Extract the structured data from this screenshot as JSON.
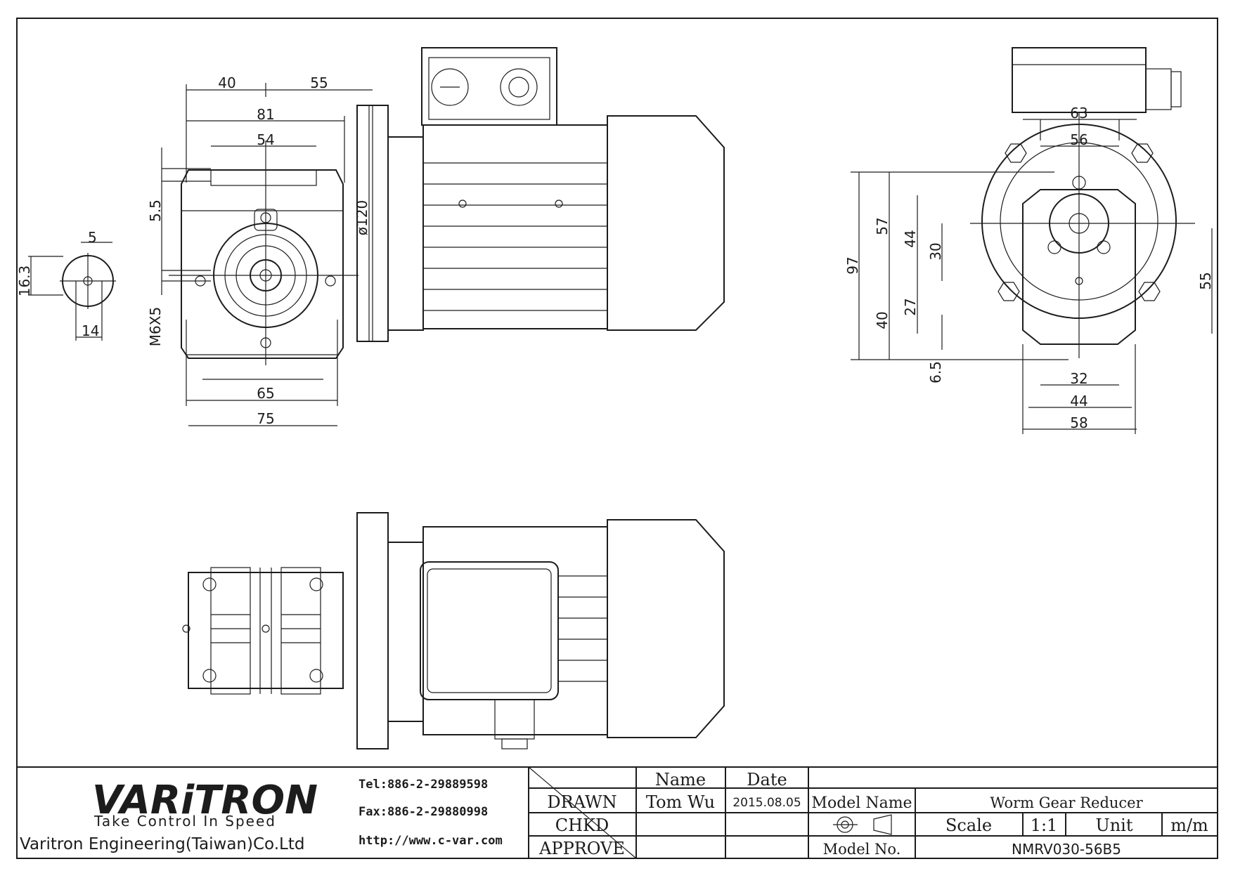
{
  "dimensions": {
    "front": {
      "d40": "40",
      "d55": "55",
      "d81": "81",
      "d54": "54",
      "d5_5": "5.5",
      "dm6x5": "M6X5",
      "d65": "65",
      "d75": "75",
      "d120": "ø120"
    },
    "shaft": {
      "d5": "5",
      "d16_3": "16.3",
      "d14": "14"
    },
    "side": {
      "d63": "63",
      "d56": "56",
      "d97": "97",
      "d57": "57",
      "d44v": "44",
      "d30": "30",
      "d40": "40",
      "d27": "27",
      "d6_5": "6.5",
      "d55": "55",
      "d32": "32",
      "d44h": "44",
      "d58": "58"
    }
  },
  "title_block": {
    "logo": "VARiTRON",
    "slogan": "Take Control In Speed",
    "company": "Varitron Engineering(Taiwan)Co.Ltd",
    "tel": "Tel:886-2-29889598",
    "fax": "Fax:886-2-29880998",
    "web": "http://www.c-var.com",
    "col_name": "Name",
    "col_date": "Date",
    "row_drawn": "DRAWN",
    "row_chkd": "CHKD",
    "row_approve": "APPROVE",
    "drawn_name": "Tom Wu",
    "drawn_date": "2015.08.05",
    "model_name_label": "Model Name",
    "model_name_value": "Worm Gear Reducer",
    "scale_label": "Scale",
    "scale_value": "1:1",
    "unit_label": "Unit",
    "unit_value": "m/m",
    "model_no_label": "Model No.",
    "model_no_value": "NMRV030-56B5"
  }
}
